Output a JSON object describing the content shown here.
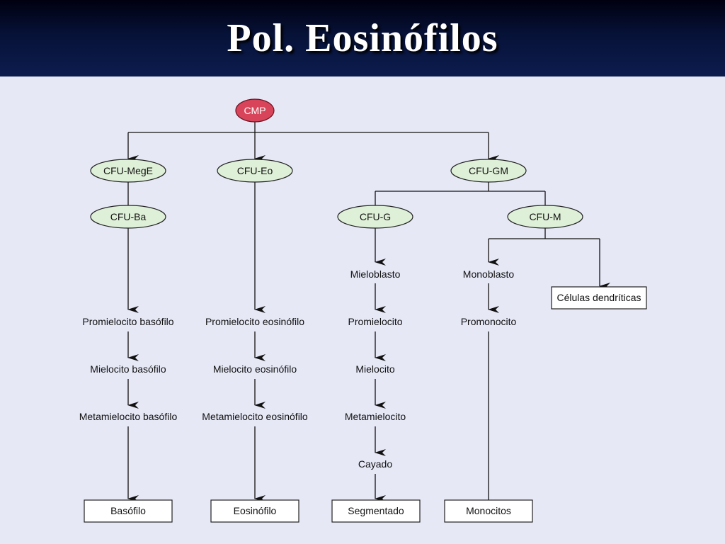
{
  "slide": {
    "title": "Pol.  Eosinófilos"
  },
  "colors": {
    "header_dark": "#071238",
    "background": "#e6e8f6",
    "progenitor_fill": "#dff0d8",
    "root_fill": "#d8455a"
  },
  "nodes": {
    "cmp": "CMP",
    "cfu_mege": "CFU-MegE",
    "cfu_eo": "CFU-Eo",
    "cfu_gm": "CFU-GM",
    "cfu_ba": "CFU-Ba",
    "cfu_g": "CFU-G",
    "cfu_m": "CFU-M",
    "promielocito_basofilo": "Promielocito basófilo",
    "mielocito_basofilo": "Mielocito basófilo",
    "metamielocito_basofilo": "Metamielocito basófilo",
    "basofilo": "Basófilo",
    "promielocito_eosinofilo": "Promielocito eosinófilo",
    "mielocito_eosinofilo": "Mielocito eosinófilo",
    "metamielocito_eosinofilo": "Metamielocito eosinófilo",
    "eosinofilo": "Eosinófilo",
    "mieloblasto": "Mieloblasto",
    "promielocito": "Promielocito",
    "mielocito": "Mielocito",
    "metamielocito": "Metamielocito",
    "cayado": "Cayado",
    "segmentado": "Segmentado",
    "monoblasto": "Monoblasto",
    "promonocito": "Promonocito",
    "monocitos": "Monocitos",
    "celulas_dendriticas": "Células dendríticas"
  }
}
